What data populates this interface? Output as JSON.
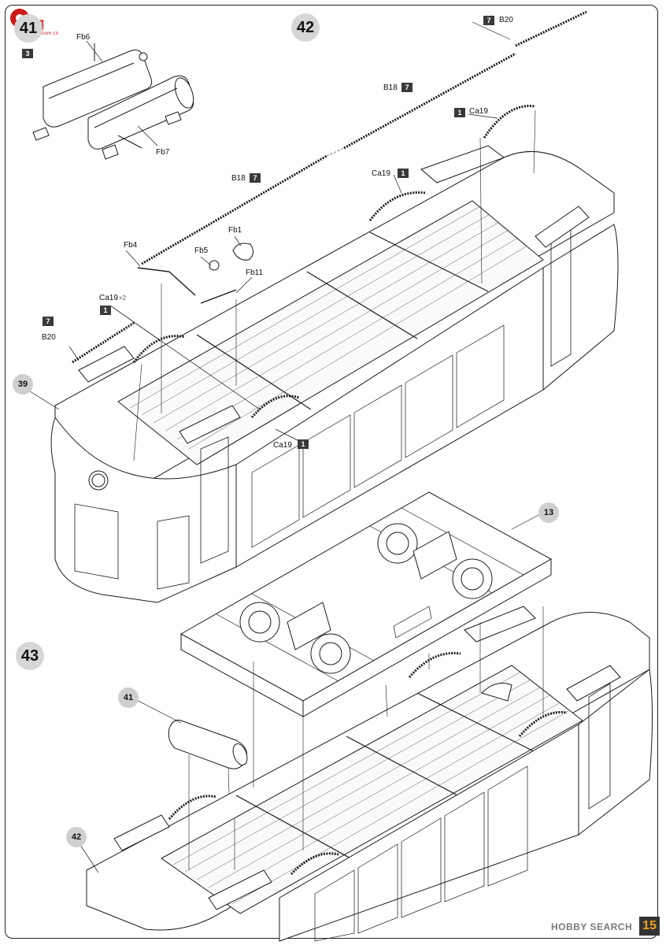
{
  "watermark": {
    "logo_text": "网",
    "sub_text": "ago.hobby.com.cn"
  },
  "steps": {
    "s41": "41",
    "s42": "42",
    "s43": "43",
    "ref39": "39",
    "ref13": "13",
    "ref41": "41",
    "ref42": "42"
  },
  "parts": {
    "fb6": "Fb6",
    "fb7": "Fb7",
    "fb4": "Fb4",
    "fb5": "Fb5",
    "fb1": "Fb1",
    "fb11": "Fb11",
    "b20_top": "B20",
    "b20_left": "B20",
    "b18_a": "B18",
    "b18_b": "B18",
    "ca19_top": "Ca19",
    "ca19_mid": "Ca19",
    "ca19_left": "Ca19",
    "ca19_x2": "×2",
    "ca19_low": "Ca19"
  },
  "quantities": {
    "q3": "3",
    "q7_b20_top": "7",
    "q7_b18_a": "7",
    "q7_b18_b": "7",
    "q7_b20_left": "7",
    "q1_ca19_top": "1",
    "q1_ca19_mid": "1",
    "q1_ca19_left": "1",
    "q1_ca19_low": "1"
  },
  "footer": {
    "brand": "HOBBY SEARCH",
    "page_number": "15"
  }
}
